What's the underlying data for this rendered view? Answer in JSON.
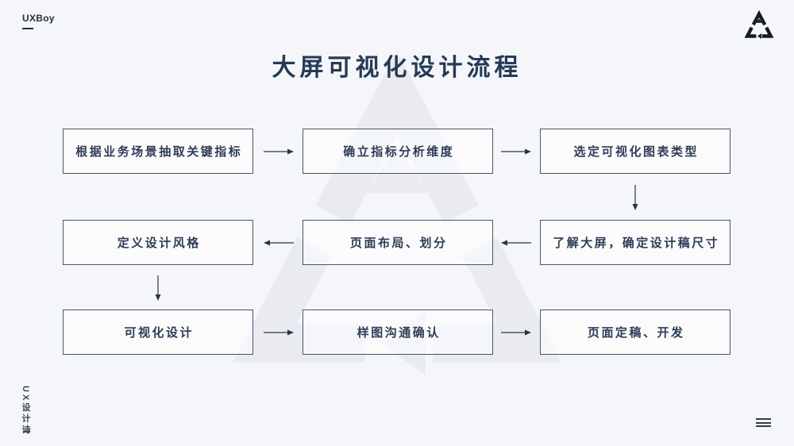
{
  "brand": {
    "logo_text": "UXBoy",
    "footer_text": "UX设计诗"
  },
  "page": {
    "title": "大屏可视化设计流程"
  },
  "flow": {
    "rows": [
      {
        "direction": "right",
        "boxes": [
          "根据业务场景抽取关键指标",
          "确立指标分析维度",
          "选定可视化图表类型"
        ]
      },
      {
        "direction": "left",
        "boxes": [
          "定义设计风格",
          "页面布局、划分",
          "了解大屏，确定设计稿尺寸"
        ]
      },
      {
        "direction": "right",
        "boxes": [
          "可视化设计",
          "样图沟通确认",
          "页面定稿、开发"
        ]
      }
    ]
  },
  "icons": {
    "header_logo": "triangle-cycle-logo",
    "watermark": "triangle-cycle-watermark",
    "menu": "hamburger-menu-icon"
  },
  "colors": {
    "background": "#f5f6f9",
    "box_border": "#47566b",
    "box_fill": "rgba(255,255,255,0.55)",
    "box_text": "#2e3d57",
    "title": "#263a55",
    "arrow": "#2b3545",
    "watermark": "#e9ebf1",
    "logo": "#151a23"
  }
}
